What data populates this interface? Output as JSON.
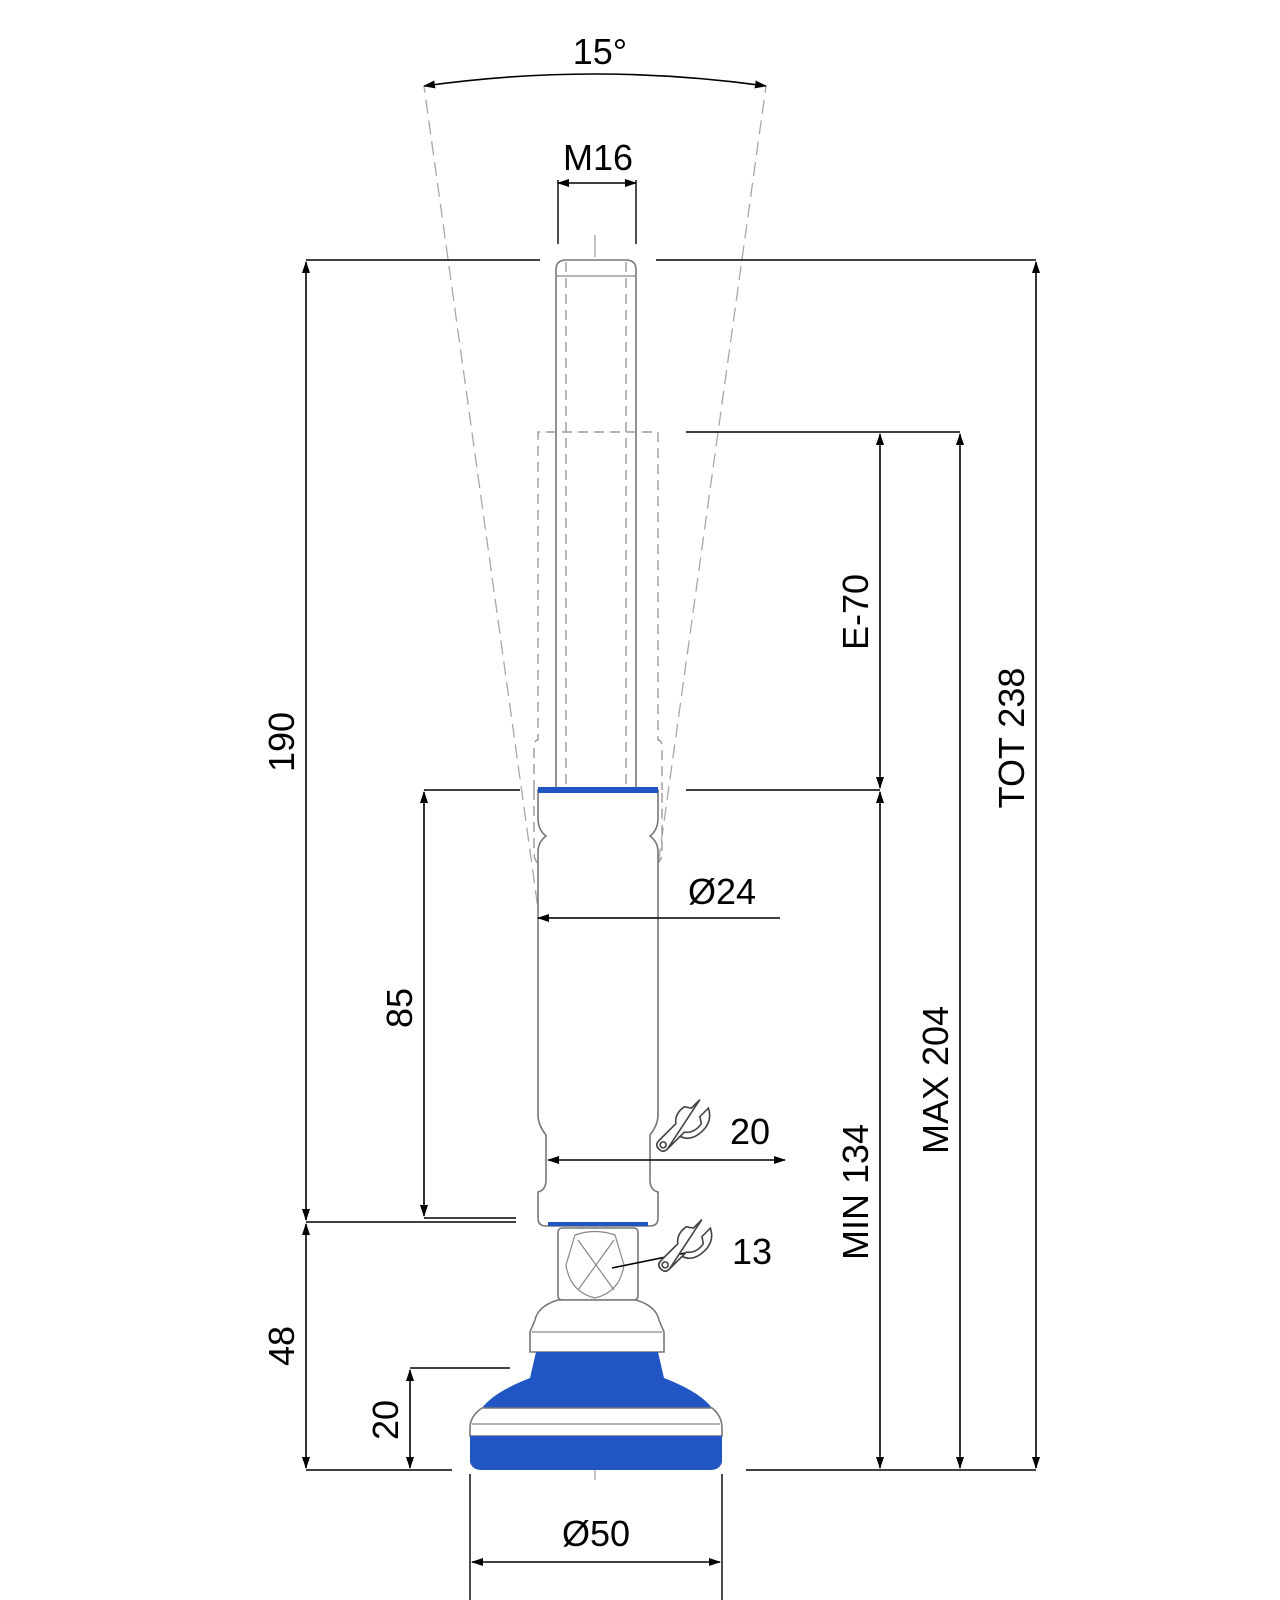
{
  "colors": {
    "seal": "#2255c4",
    "outline": "#777777",
    "dimension": "#000000"
  },
  "labels": {
    "angle": "15°",
    "thread": "M16",
    "overall_height": "190",
    "adjust_range": "E-70",
    "total": "TOT 238",
    "max_height": "MAX 204",
    "min_height": "MIN 134",
    "body_length": "85",
    "body_diameter": "Ø24",
    "wrench_body": "20",
    "wrench_joint": "13",
    "base_height": "48",
    "base_pad": "20",
    "base_diameter": "Ø50"
  },
  "icons": {
    "wrench_body": "wrench-icon",
    "wrench_joint": "wrench-icon"
  }
}
